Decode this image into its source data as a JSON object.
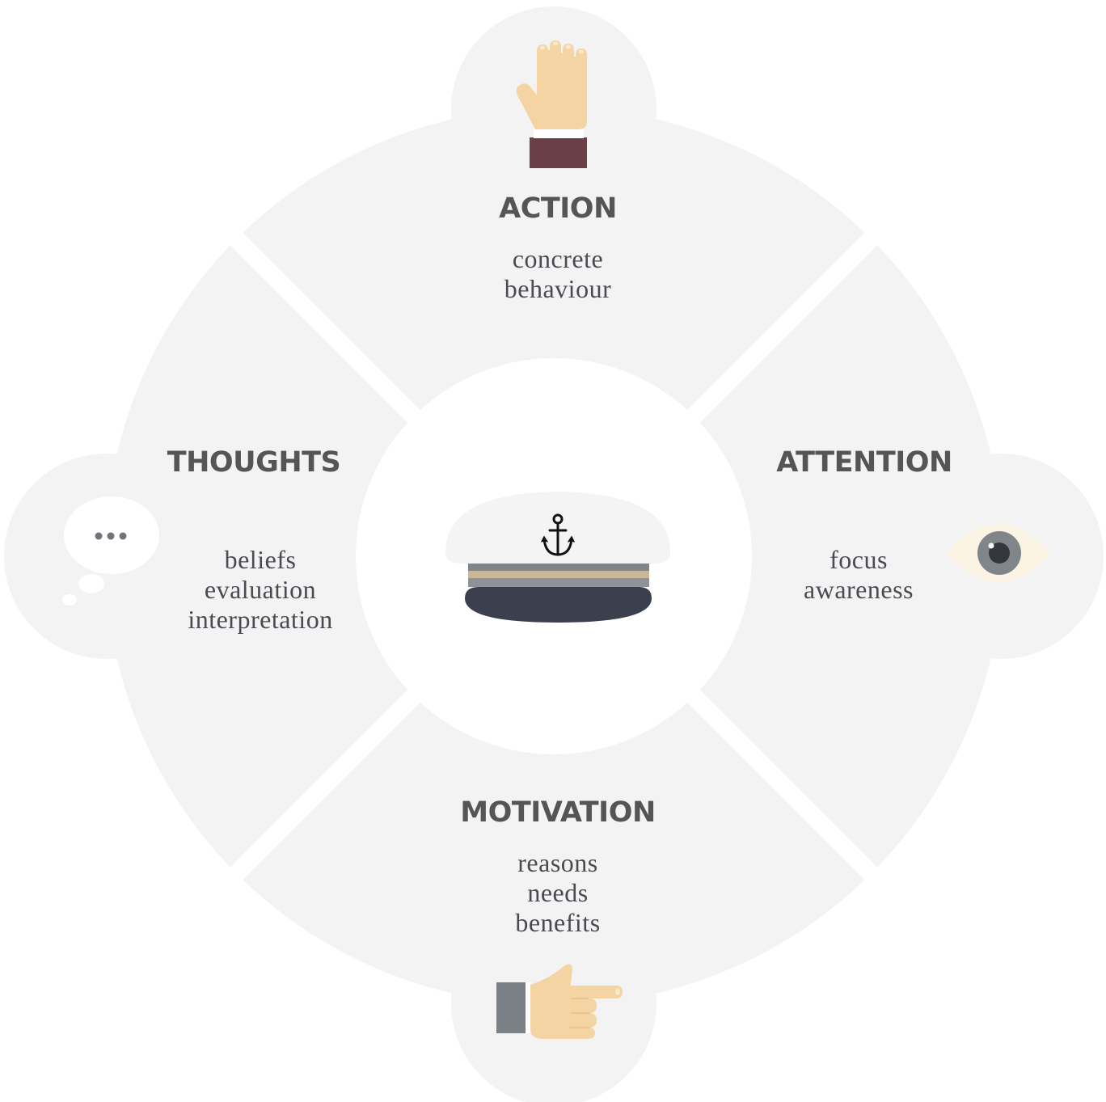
{
  "segments": {
    "action": {
      "title": "ACTION",
      "lines": [
        "concrete",
        "behaviour"
      ],
      "icon": "raised-hand-icon"
    },
    "attention": {
      "title": "ATTENTION",
      "lines": [
        "focus",
        "awareness"
      ],
      "icon": "eye-icon"
    },
    "motivation": {
      "title": "MOTIVATION",
      "lines": [
        "reasons",
        "needs",
        "benefits"
      ],
      "icon": "pointing-hand-icon"
    },
    "thoughts": {
      "title": "THOUGHTS",
      "lines": [
        "beliefs",
        "evaluation",
        "interpretation"
      ],
      "icon": "thought-bubble-icon"
    }
  },
  "center": {
    "icon": "captain-hat-icon",
    "emblem": "anchor-icon"
  },
  "colors": {
    "segment_fill": "#f3f3f3",
    "heading": "#555555",
    "text": "#4a4a52",
    "skin": "#f5d4a3",
    "sleeve_action": "#6b3f48",
    "sleeve_motivation": "#7b8086",
    "hat_brim": "#3c3f4d",
    "hat_top": "#f4f4f4"
  }
}
